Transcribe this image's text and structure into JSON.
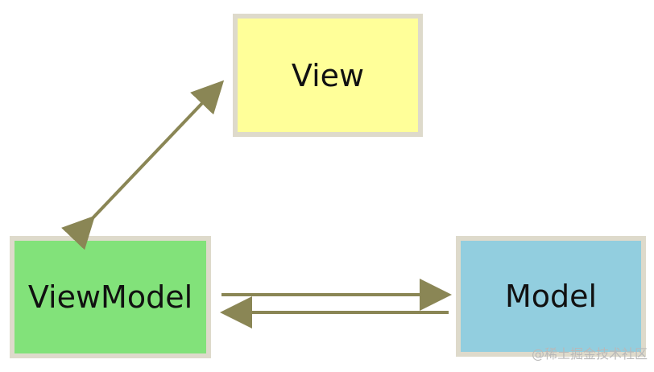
{
  "diagram": {
    "nodes": {
      "view": {
        "label": "View",
        "fill": "#ffff99",
        "border": "#dedacb"
      },
      "viewmodel": {
        "label": "ViewModel",
        "fill": "#82e27a",
        "border": "#dedacb"
      },
      "model": {
        "label": "Model",
        "fill": "#92cedf",
        "border": "#dedacb"
      }
    },
    "edges": [
      {
        "from": "view",
        "to": "viewmodel",
        "direction": "bidirectional"
      },
      {
        "from": "viewmodel",
        "to": "model",
        "direction": "forward"
      },
      {
        "from": "model",
        "to": "viewmodel",
        "direction": "forward"
      }
    ],
    "edge_color": "#8a8655"
  },
  "watermark": "@稀土掘金技术社区"
}
